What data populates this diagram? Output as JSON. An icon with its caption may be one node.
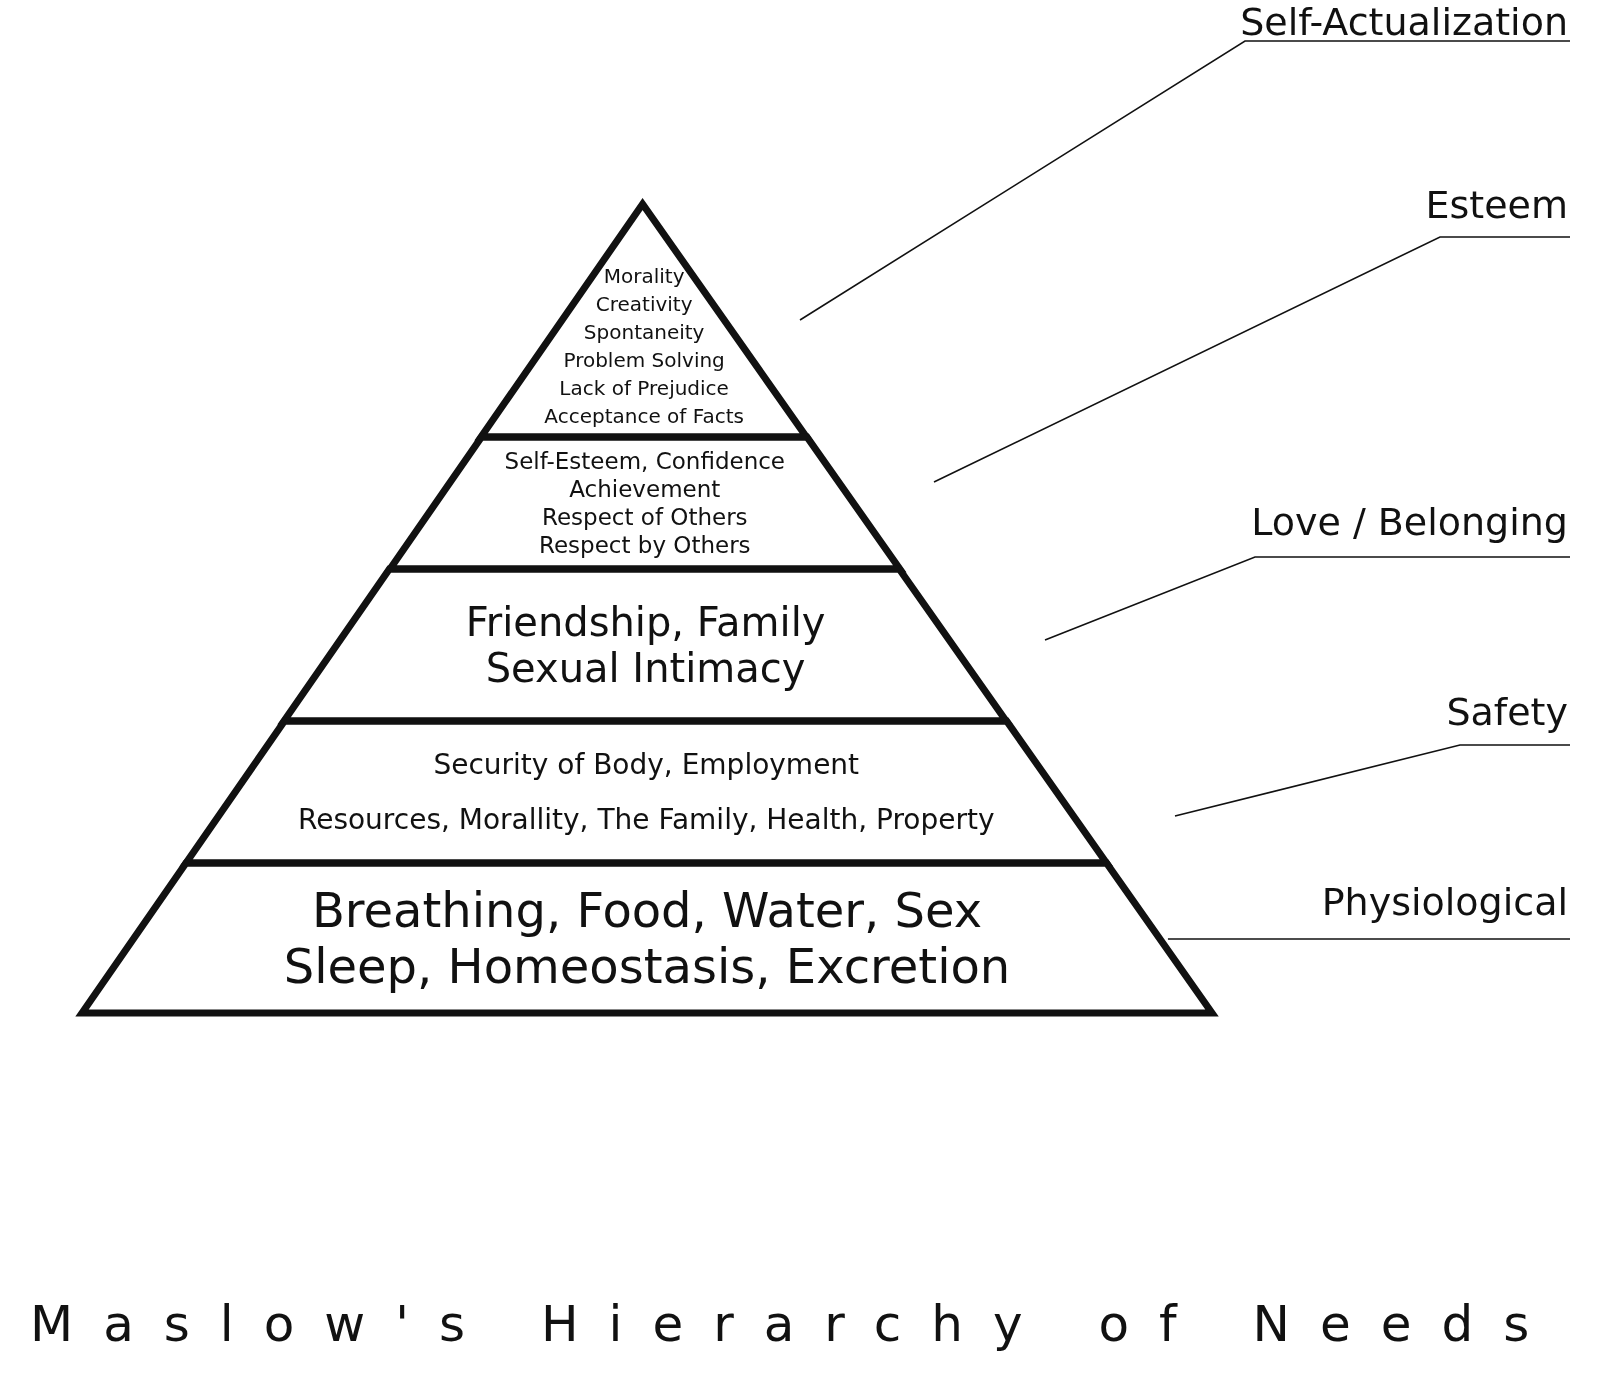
{
  "diagram": {
    "title": "Maslow's Hierarchy of Needs",
    "nodes": [
      {
        "text": [
          "Morality",
          "Creativity",
          "Spontaneity",
          "Problem Solving",
          "Lack of Prejudice",
          "Acceptance of Facts"
        ]
      },
      {
        "text": [
          "Self-Esteem, Confidence",
          "Achievement",
          "Respect of Others",
          "Respect by Others"
        ]
      },
      {
        "text": [
          "Friendship, Family",
          "Sexual Intimacy"
        ]
      },
      {
        "text": [
          "Security of Body, Employment",
          "Resources, Morallity, The Family, Health, Property"
        ]
      },
      {
        "text": [
          "Breathing, Food, Water, Sex",
          "Sleep, Homeostasis, Excretion"
        ]
      },
      {
        "text": [
          "Self-Actualization"
        ]
      },
      {
        "text": [
          "Esteem"
        ]
      },
      {
        "text": [
          "Love / Belonging"
        ]
      },
      {
        "text": [
          "Safety"
        ]
      },
      {
        "text": [
          "Physiological"
        ]
      }
    ],
    "edges": [
      {
        "from": 5,
        "to": 0,
        "arrow": "none"
      },
      {
        "from": 6,
        "to": 1,
        "arrow": "none"
      },
      {
        "from": 7,
        "to": 2,
        "arrow": "none"
      },
      {
        "from": 8,
        "to": 3,
        "arrow": "none"
      },
      {
        "from": 9,
        "to": 4,
        "arrow": "none"
      }
    ]
  }
}
